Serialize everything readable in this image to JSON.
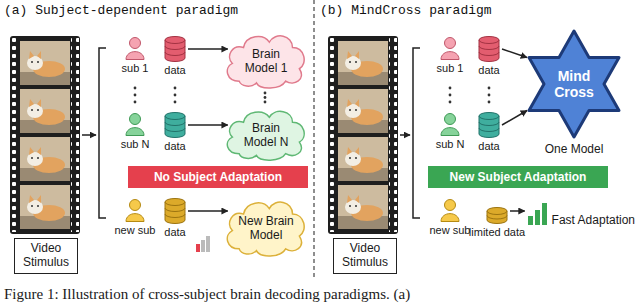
{
  "diagram": {
    "caption": "Figure 1: Illustration of cross-subject brain decoding paradigms. (a)",
    "nodes": [
      {
        "text": [
          "Video Stimulus"
        ]
      },
      {
        "text": [
          "sub 1"
        ]
      },
      {
        "text": [
          "data"
        ]
      },
      {
        "text": [
          "Brain Model 1"
        ]
      },
      {
        "text": [
          "sub N"
        ]
      },
      {
        "text": [
          "data"
        ]
      },
      {
        "text": [
          "Brain Model N"
        ]
      },
      {
        "text": [
          "No Subject Adaptation"
        ]
      },
      {
        "text": [
          "new sub"
        ]
      },
      {
        "text": [
          "data"
        ]
      },
      {
        "text": [
          "New Brain Model"
        ]
      },
      {
        "text": [
          "Video Stimulus"
        ]
      },
      {
        "text": [
          "sub 1"
        ]
      },
      {
        "text": [
          "data"
        ]
      },
      {
        "text": [
          "sub N"
        ]
      },
      {
        "text": [
          "data"
        ]
      },
      {
        "text": [
          "Mind Cross",
          "One Model"
        ]
      },
      {
        "text": [
          "New Subject Adaptation"
        ]
      },
      {
        "text": [
          "new sub"
        ]
      },
      {
        "text": [
          "limited data"
        ]
      },
      {
        "text": [
          "Fast Adaptation"
        ]
      }
    ],
    "edges": [
      {
        "from": 2,
        "to": 3,
        "arrow": "to"
      },
      {
        "from": 5,
        "to": 6,
        "arrow": "to"
      },
      {
        "from": 9,
        "to": 10,
        "arrow": "to"
      },
      {
        "from": 13,
        "to": 16,
        "arrow": "to"
      },
      {
        "from": 15,
        "to": 16,
        "arrow": "to"
      },
      {
        "from": 19,
        "to": 20,
        "arrow": "to"
      }
    ],
    "labels": [
      "(a) Subject-dependent paradigm",
      "(b) MindCross paradigm"
    ]
  }
}
